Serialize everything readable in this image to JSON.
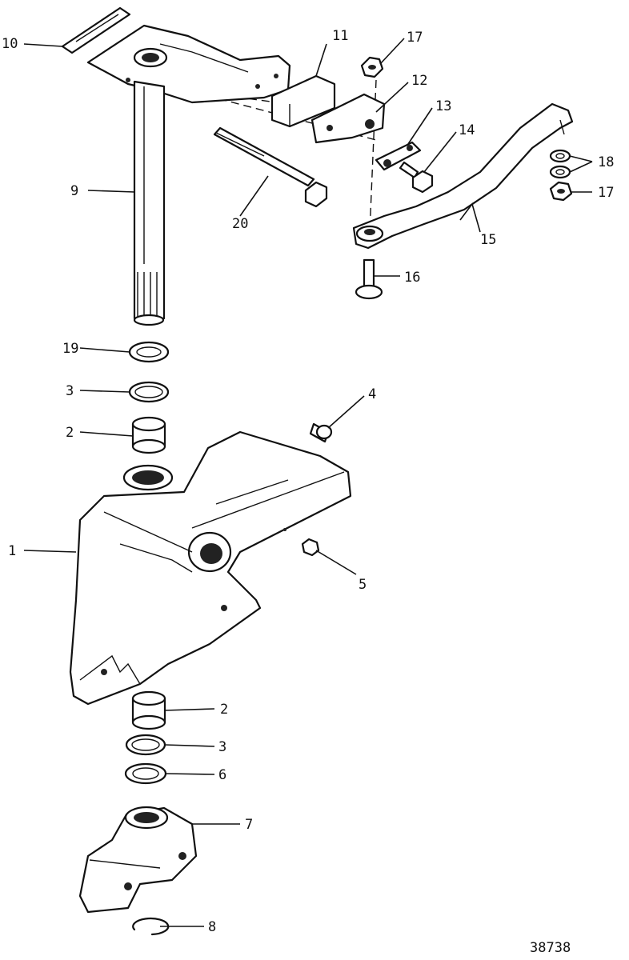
{
  "diagram": {
    "figure_number": "38738",
    "callouts": [
      "1",
      "2",
      "3",
      "4",
      "5",
      "6",
      "7",
      "8",
      "9",
      "10",
      "11",
      "12",
      "13",
      "14",
      "15",
      "16",
      "17",
      "18",
      "19",
      "20"
    ],
    "parts": [
      {
        "id": "1",
        "label": "1"
      },
      {
        "id": "2",
        "label": "2"
      },
      {
        "id": "3",
        "label": "3"
      },
      {
        "id": "4",
        "label": "4"
      },
      {
        "id": "5",
        "label": "5"
      },
      {
        "id": "6",
        "label": "6"
      },
      {
        "id": "7",
        "label": "7"
      },
      {
        "id": "8",
        "label": "8"
      },
      {
        "id": "9",
        "label": "9"
      },
      {
        "id": "10",
        "label": "10"
      },
      {
        "id": "11",
        "label": "11"
      },
      {
        "id": "12",
        "label": "12"
      },
      {
        "id": "13",
        "label": "13"
      },
      {
        "id": "14",
        "label": "14"
      },
      {
        "id": "15",
        "label": "15"
      },
      {
        "id": "16",
        "label": "16"
      },
      {
        "id": "17",
        "label": "17"
      },
      {
        "id": "18",
        "label": "18"
      },
      {
        "id": "19",
        "label": "19"
      },
      {
        "id": "20",
        "label": "20"
      }
    ]
  }
}
